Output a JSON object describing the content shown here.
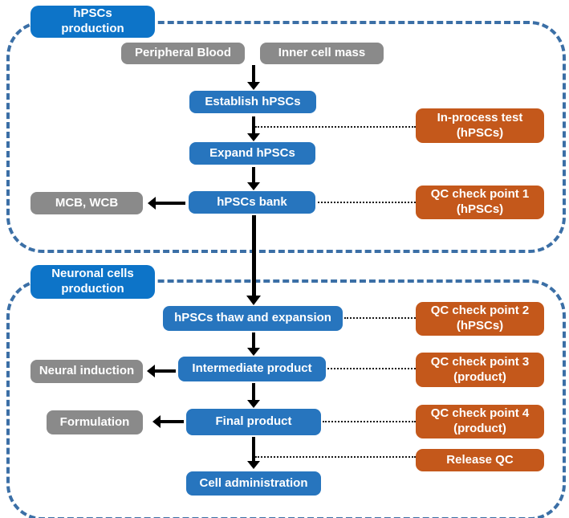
{
  "figure": {
    "sections": [
      {
        "label": "hPSCs\nproduction"
      },
      {
        "label": "Neuronal cells\nproduction"
      }
    ],
    "nodes": {
      "peripheral_blood": "Peripheral Blood",
      "inner_cell_mass": "Inner cell mass",
      "establish_hpscs": "Establish hPSCs",
      "expand_hpscs": "Expand hPSCs",
      "hpscs_bank": "hPSCs bank",
      "mcb_wcb": "MCB, WCB",
      "in_process_test": "In-process test\n(hPSCs)",
      "qc_check_point_1": "QC check point 1\n(hPSCs)",
      "hpscs_thaw_and_expansion": "hPSCs thaw and expansion",
      "qc_check_point_2": "QC check point 2\n(hPSCs)",
      "intermediate_product": "Intermediate product",
      "qc_check_point_3": "QC check point 3\n(product)",
      "neural_induction": "Neural induction",
      "final_product": "Final product",
      "qc_check_point_4": "QC check point 4\n(product)",
      "formulation": "Formulation",
      "release_qc": "Release QC",
      "cell_administration": "Cell administration"
    },
    "colors": {
      "header_blue": "#0d74c8",
      "process_blue": "#2775be",
      "qc_orange": "#c4581b",
      "material_gray": "#8a8a8a",
      "dashed_border_blue": "#3b6fa6",
      "arrow_black": "#000000"
    }
  }
}
